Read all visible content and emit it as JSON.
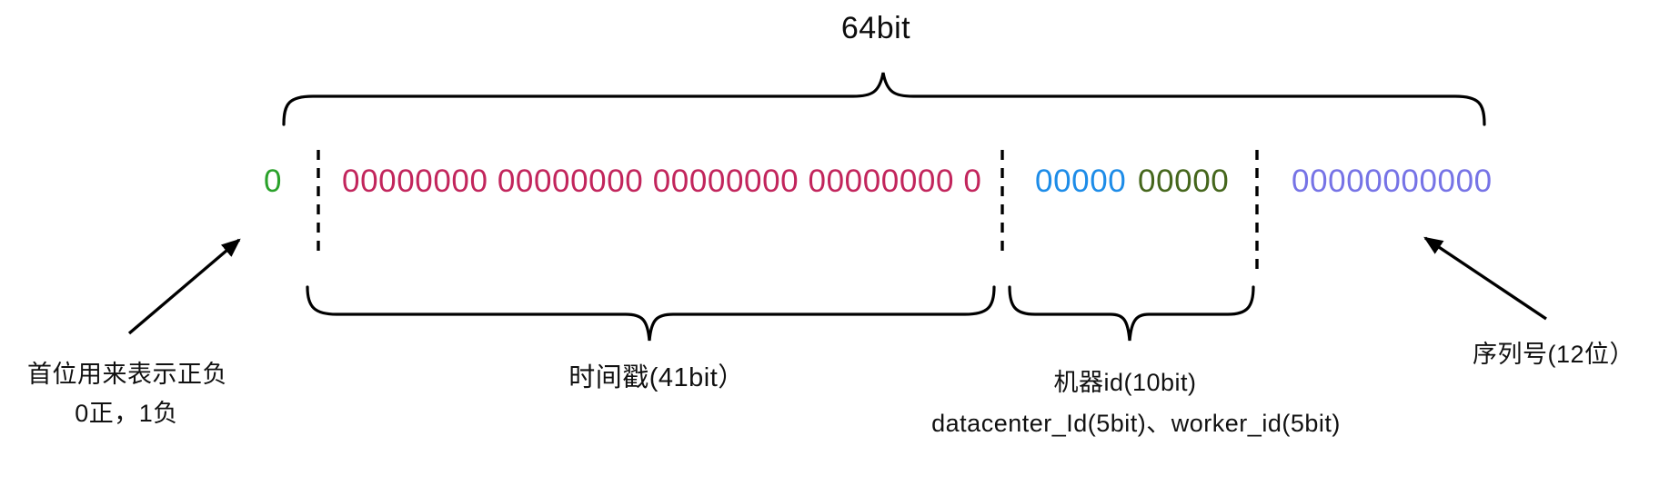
{
  "diagram": {
    "title": "64bit",
    "background": "#ffffff",
    "line_color": "#000000"
  },
  "bit_sections": {
    "sign": {
      "bits": "0",
      "color": "#2aa12a"
    },
    "timestamp": {
      "bits": "00000000 00000000 00000000 00000000 0",
      "color": "#c2255c"
    },
    "datacenter": {
      "bits": "00000",
      "color": "#1d8ce8"
    },
    "worker": {
      "bits": "00000",
      "color": "#45661c"
    },
    "sequence": {
      "bits": "00000000000",
      "color": "#7673e6"
    }
  },
  "annotations": {
    "timestamp_label": "时间戳(41bit）",
    "machine_label_line1": "机器id(10bit)",
    "machine_label_line2": "datacenter_Id(5bit)、worker_id(5bit)",
    "sequence_label": "序列号(12位）",
    "sign_label_line1": "首位用来表示正负",
    "sign_label_line2": "0正，1负"
  }
}
